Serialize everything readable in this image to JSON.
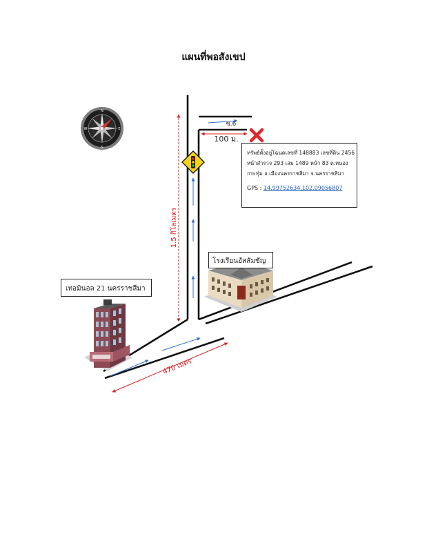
{
  "title": "แผนที่พอสังเขป",
  "property_info": {
    "line1": "ทรัพย์ตั้งอยู่โฉนดเลขที่ 148883 เลขที่ดิน 2456",
    "line2": "หน้าสำรวจ 293 เล่ม 1489 หน้า 83 ต.หนอง",
    "line3": "กระทุ่ม อ.เมืองนครราชสีมา จ.นครราชสีมา",
    "gps_label": "GPS : ",
    "gps_value": "14.99752634,102.09056807"
  },
  "labels": {
    "school": "โรงเรียนอัสสัมชัญ",
    "terminal": "เทอมินอล 21 นครราชสีมา",
    "soi": "ซ.6",
    "dist_soi": "100 ม.",
    "dist_vertical": "1.5 กิโลเมตร",
    "dist_main": "470 เมตร"
  },
  "colors": {
    "road": "#111111",
    "arrow_blue": "#2f6fd0",
    "measure_red": "#d91c1c",
    "marker_red": "#e3262b",
    "sign_yellow": "#f6d21a"
  },
  "icons": {
    "compass": "compass-icon",
    "traffic_sign": "traffic-light-sign-icon",
    "destination": "x-mark-icon"
  }
}
